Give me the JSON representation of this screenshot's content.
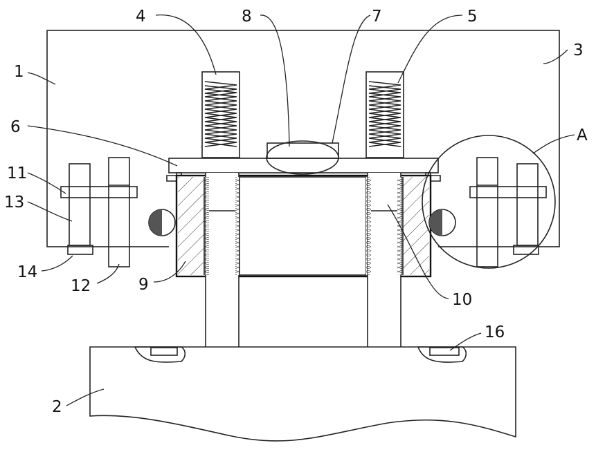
{
  "diagram": {
    "labels": {
      "l1": "1",
      "l2": "2",
      "l3": "3",
      "l4": "4",
      "l5": "5",
      "l6": "6",
      "l7": "7",
      "l8": "8",
      "l9": "9",
      "l10": "10",
      "l11": "11",
      "l12": "12",
      "l13": "13",
      "l14": "14",
      "l16": "16",
      "lA": "A"
    }
  }
}
